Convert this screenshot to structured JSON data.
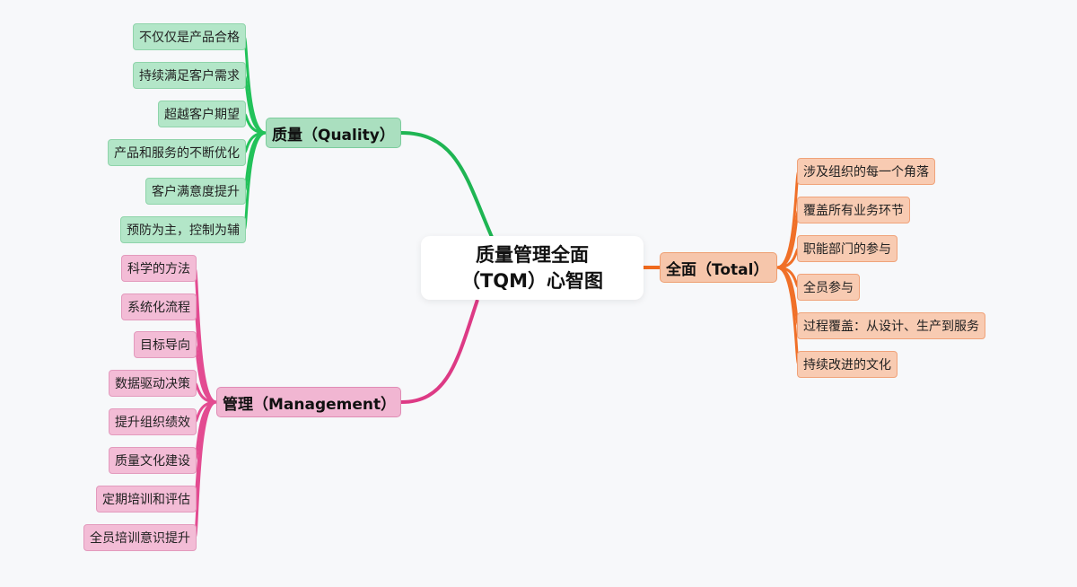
{
  "root": {
    "line1": "质量管理全面",
    "line2": "（TQM）心智图"
  },
  "colors": {
    "quality": "#1fb553",
    "management": "#e0408a",
    "total": "#f06a1e"
  },
  "branches": {
    "quality": {
      "label": "质量（Quality）",
      "items": [
        "不仅仅是产品合格",
        "持续满足客户需求",
        "超越客户期望",
        "产品和服务的不断优化",
        "客户满意度提升",
        "预防为主，控制为辅"
      ]
    },
    "management": {
      "label": "管理（Management）",
      "items": [
        "科学的方法",
        "系统化流程",
        "目标导向",
        "数据驱动决策",
        "提升组织绩效",
        "质量文化建设",
        "定期培训和评估",
        "全员培训意识提升"
      ]
    },
    "total": {
      "label": "全面（Total）",
      "items": [
        "涉及组织的每一个角落",
        "覆盖所有业务环节",
        "职能部门的参与",
        "全员参与",
        "过程覆盖：从设计、生产到服务",
        "持续改进的文化"
      ]
    }
  }
}
